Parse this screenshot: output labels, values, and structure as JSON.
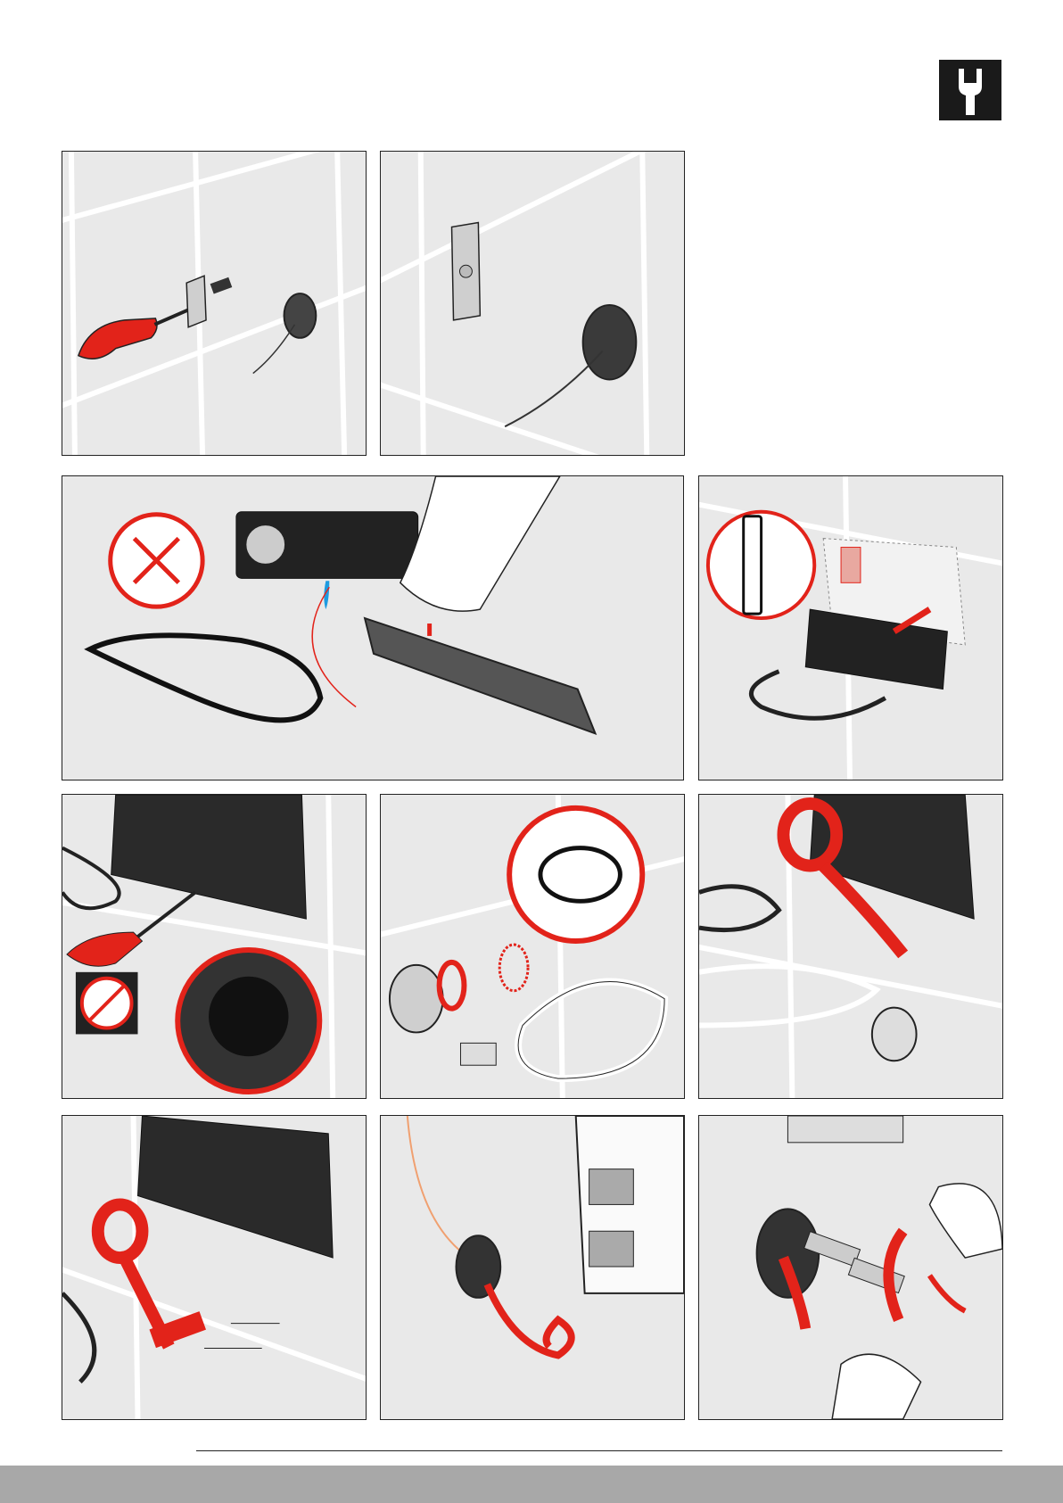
{
  "header": {
    "icon": "wrench-icon",
    "icon_color": "#1a1a1a"
  },
  "colors": {
    "accent": "#e2231a",
    "tile": "#e9e9e9",
    "grout": "#ffffff",
    "line": "#222222",
    "water": "#1e9be0"
  },
  "panels": [
    {
      "id": "p1",
      "step": "mount-bracket-with-screwdriver"
    },
    {
      "id": "p2",
      "step": "bracket-mounted"
    },
    {
      "id": "p3",
      "step": "seal-and-panel-preparation"
    },
    {
      "id": "p4",
      "step": "fit-panel-to-wall"
    },
    {
      "id": "p5",
      "step": "screw-fixing"
    },
    {
      "id": "p6",
      "step": "sensor-ring-seal"
    },
    {
      "id": "p7",
      "step": "tape-cable"
    },
    {
      "id": "p8",
      "step": "tape-cable-detail"
    },
    {
      "id": "p9",
      "step": "pull-cable-through"
    },
    {
      "id": "p10",
      "step": "connect-plugs"
    }
  ]
}
